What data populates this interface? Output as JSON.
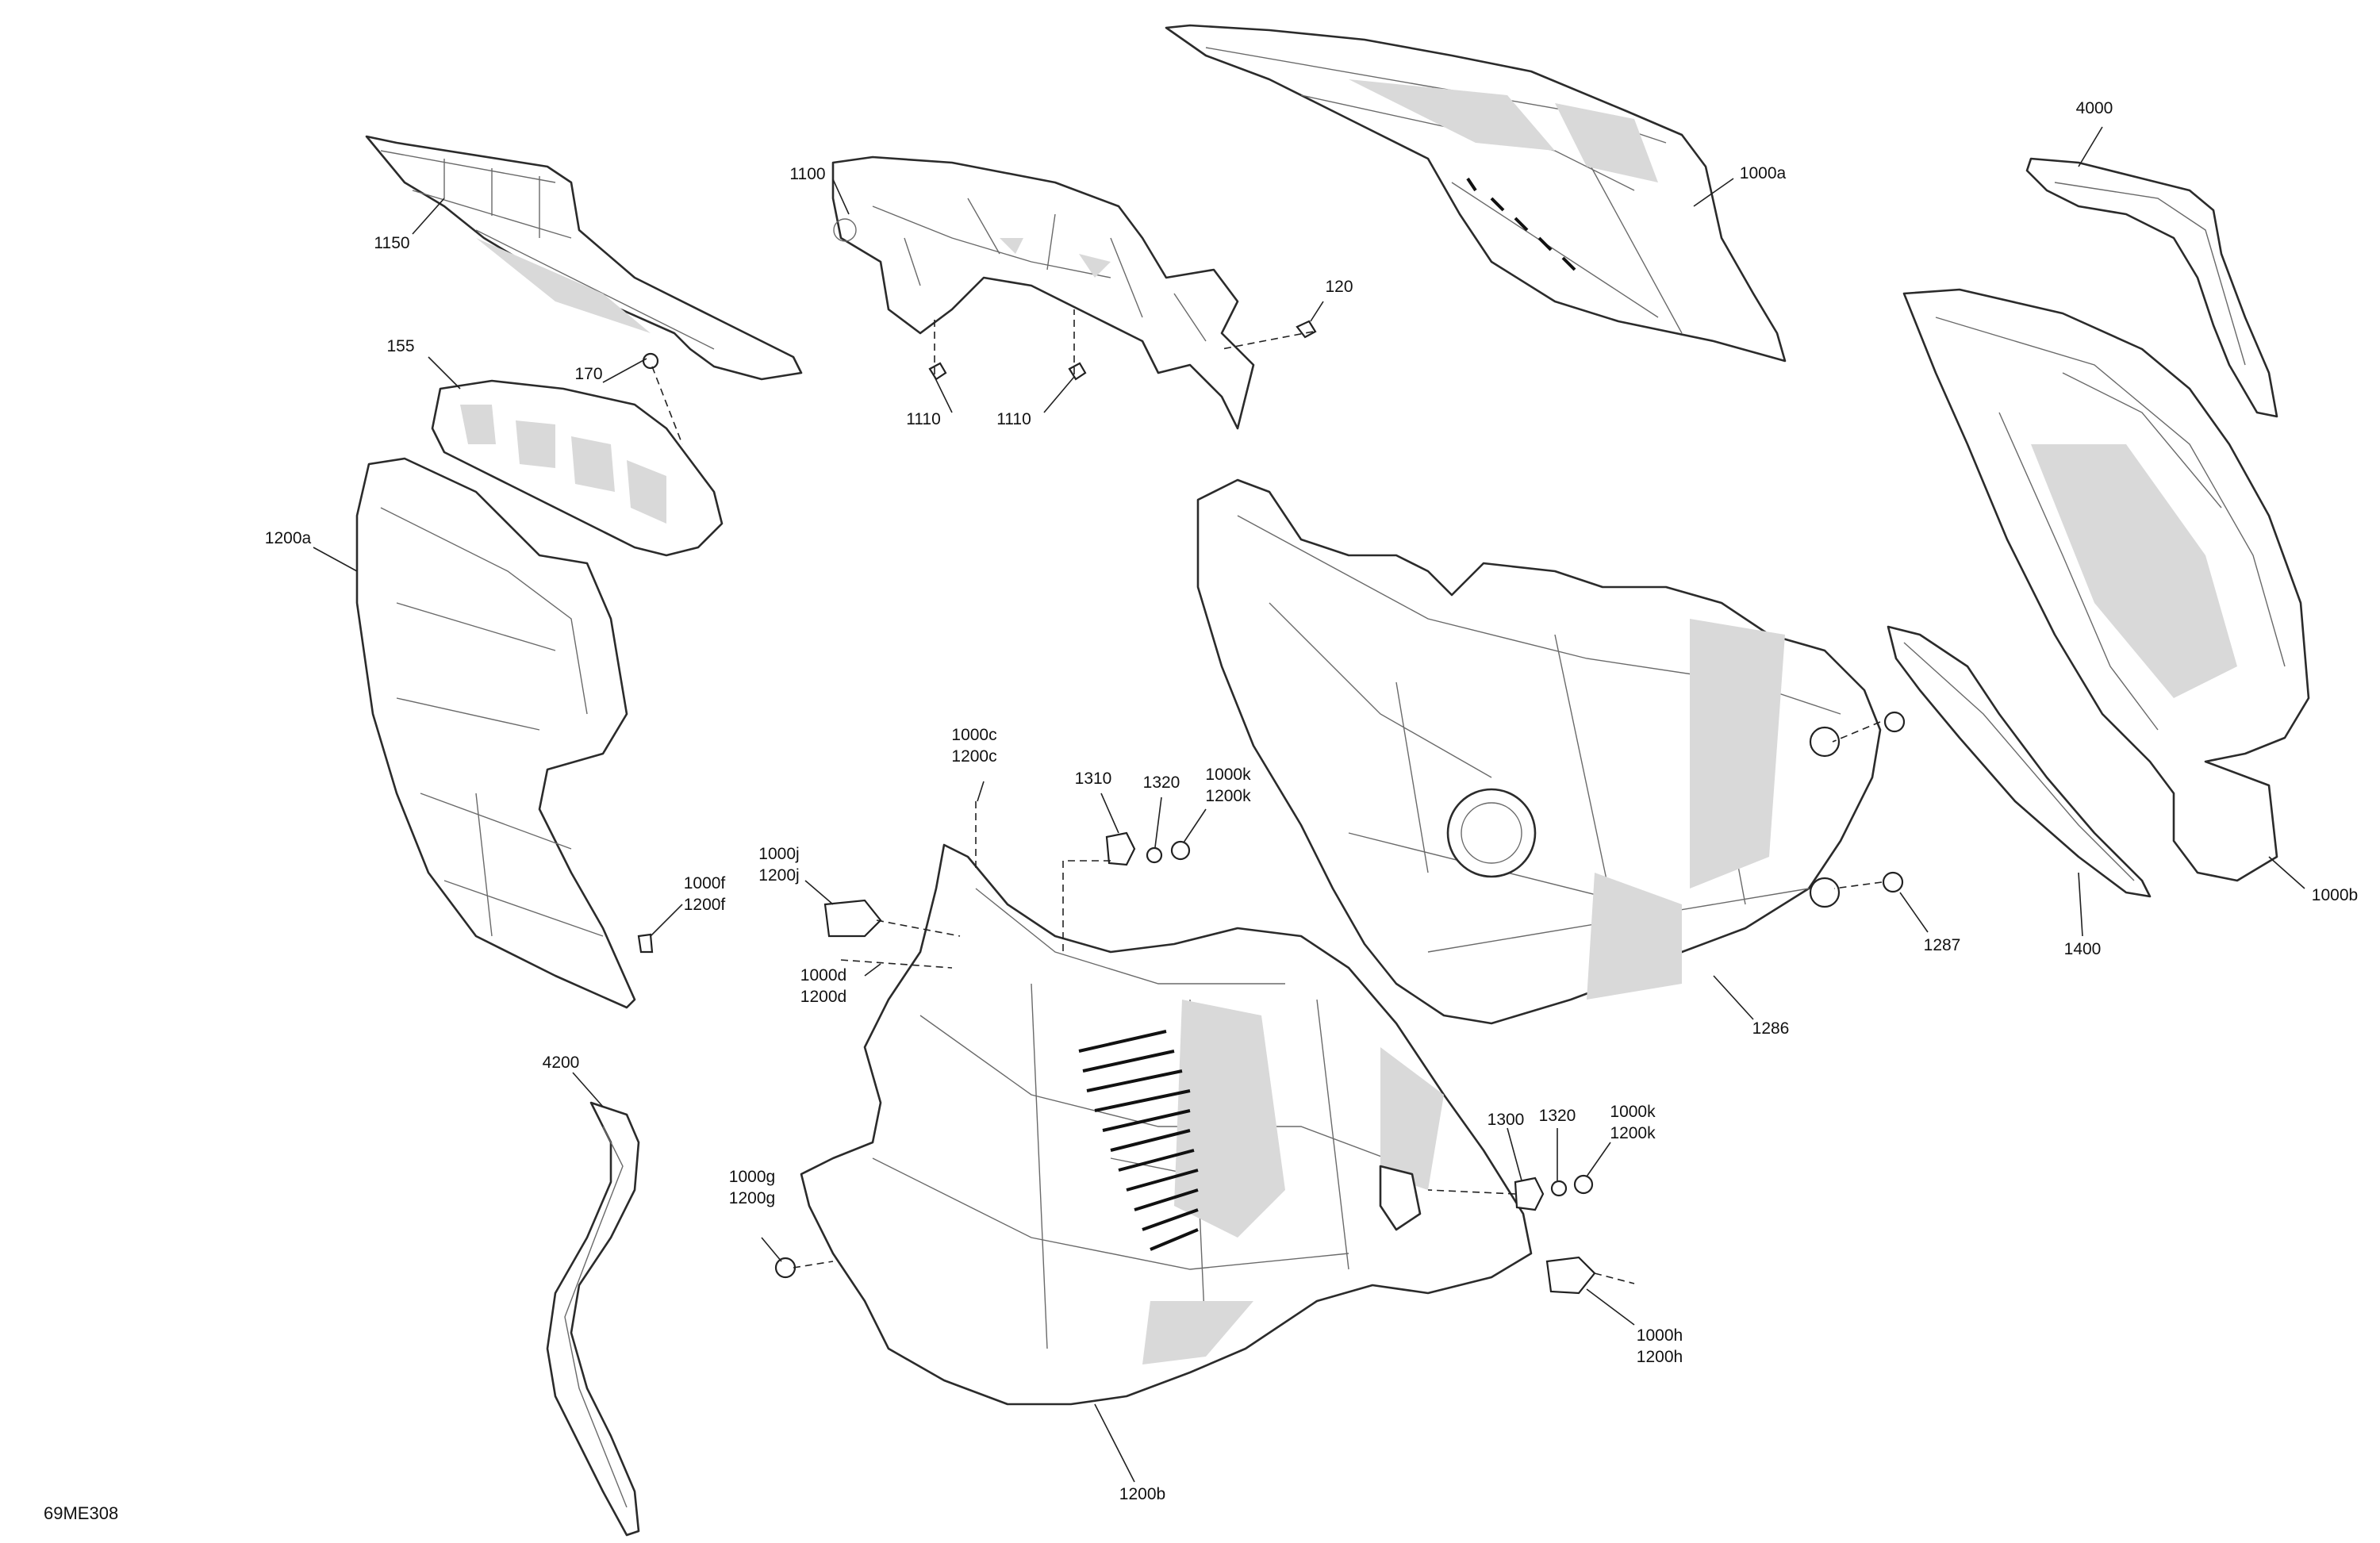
{
  "diagram_code": "69ME308",
  "callouts": [
    {
      "id": "c4000",
      "lines": [
        "4000"
      ]
    },
    {
      "id": "c1000a",
      "lines": [
        "1000a"
      ]
    },
    {
      "id": "c1100",
      "lines": [
        "1100"
      ]
    },
    {
      "id": "c1150",
      "lines": [
        "1150"
      ]
    },
    {
      "id": "c120",
      "lines": [
        "120"
      ]
    },
    {
      "id": "c1110a",
      "lines": [
        "1110"
      ]
    },
    {
      "id": "c1110b",
      "lines": [
        "1110"
      ]
    },
    {
      "id": "c155",
      "lines": [
        "155"
      ]
    },
    {
      "id": "c170",
      "lines": [
        "170"
      ]
    },
    {
      "id": "c1200a",
      "lines": [
        "1200a"
      ]
    },
    {
      "id": "c1000c",
      "lines": [
        "1000c",
        "1200c"
      ]
    },
    {
      "id": "c1310",
      "lines": [
        "1310"
      ]
    },
    {
      "id": "c1320a",
      "lines": [
        "1320"
      ]
    },
    {
      "id": "c1000ka",
      "lines": [
        "1000k",
        "1200k"
      ]
    },
    {
      "id": "c1000j",
      "lines": [
        "1000j",
        "1200j"
      ]
    },
    {
      "id": "c1000f",
      "lines": [
        "1000f",
        "1200f"
      ]
    },
    {
      "id": "c1000d",
      "lines": [
        "1000d",
        "1200d"
      ]
    },
    {
      "id": "c1287",
      "lines": [
        "1287"
      ]
    },
    {
      "id": "c1400",
      "lines": [
        "1400"
      ]
    },
    {
      "id": "c1000b",
      "lines": [
        "1000b"
      ]
    },
    {
      "id": "c1286",
      "lines": [
        "1286"
      ]
    },
    {
      "id": "c4200",
      "lines": [
        "4200"
      ]
    },
    {
      "id": "c1300",
      "lines": [
        "1300"
      ]
    },
    {
      "id": "c1320b",
      "lines": [
        "1320"
      ]
    },
    {
      "id": "c1000kb",
      "lines": [
        "1000k",
        "1200k"
      ]
    },
    {
      "id": "c1000g",
      "lines": [
        "1000g",
        "1200g"
      ]
    },
    {
      "id": "c1000h",
      "lines": [
        "1000h",
        "1200h"
      ]
    },
    {
      "id": "c1200b",
      "lines": [
        "1200b"
      ]
    }
  ]
}
